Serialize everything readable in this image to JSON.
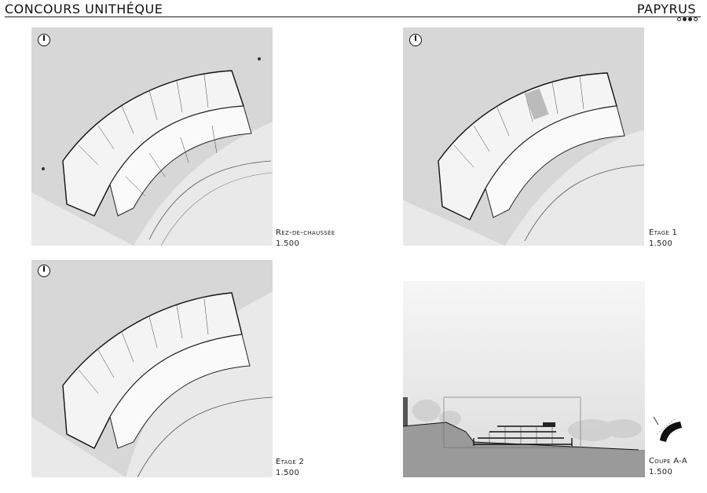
{
  "header": {
    "title": "CONCOURS UNITHÉQUE",
    "brand": "PAPYRUS"
  },
  "page_indicator": {
    "total": 4,
    "filled": [
      2,
      3
    ]
  },
  "panels": [
    {
      "name": "Rez-de-chaussée",
      "scale": "1.500"
    },
    {
      "name": "Etage 1",
      "scale": "1.500"
    },
    {
      "name": "Etage 2",
      "scale": "1.500"
    },
    {
      "name": "Coupe A-A",
      "scale": "1.500"
    }
  ]
}
